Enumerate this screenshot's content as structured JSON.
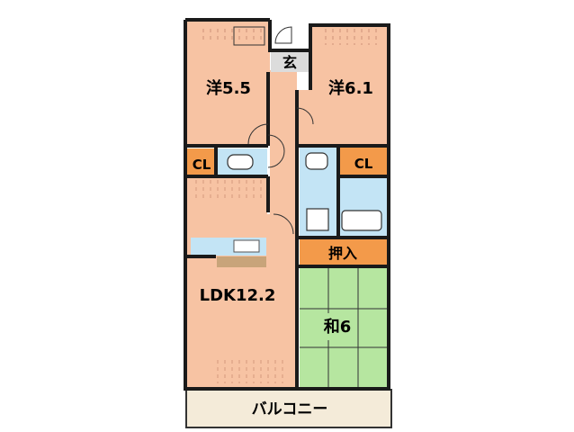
{
  "rooms": {
    "western_a": "洋5.5",
    "western_b": "洋6.1",
    "entrance": "玄",
    "closet_a": "CL",
    "closet_b": "CL",
    "ldk": "LDK12.2",
    "japanese": "和6",
    "storage": "押入",
    "balcony": "バルコニー"
  },
  "colors": {
    "room_floor": "#f7c3a3",
    "tatami": "#b6e6a0",
    "wet_area": "#c3e4f5",
    "closet_label_bg": "#f39a4a",
    "storage_bg": "#f39a4a",
    "entrance_floor": "#dcdcdc",
    "kitchen_counter": "#c8a47a",
    "balcony": "#f4ebd9",
    "wall": "#1a1a1a"
  }
}
